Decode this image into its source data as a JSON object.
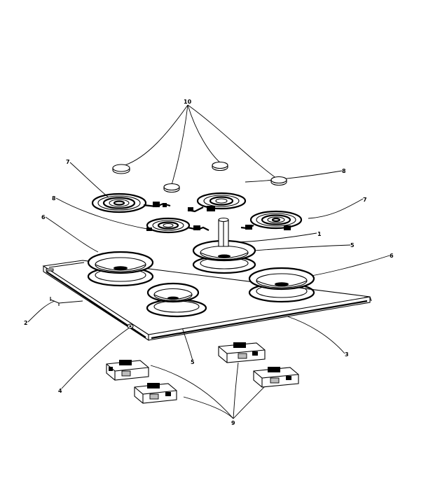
{
  "figure": {
    "callouts": [
      {
        "id": "c10",
        "text": "10"
      },
      {
        "id": "c7a",
        "text": "7"
      },
      {
        "id": "c8a",
        "text": "8"
      },
      {
        "id": "c7b",
        "text": "7"
      },
      {
        "id": "c8b",
        "text": "8"
      },
      {
        "id": "c1",
        "text": "1"
      },
      {
        "id": "c6a",
        "text": "6"
      },
      {
        "id": "c5a",
        "text": "5"
      },
      {
        "id": "c6b",
        "text": "6"
      },
      {
        "id": "c2",
        "text": "2"
      },
      {
        "id": "c5b",
        "text": "5"
      },
      {
        "id": "c3",
        "text": "3"
      },
      {
        "id": "c4",
        "text": "4"
      },
      {
        "id": "c9",
        "text": "9"
      }
    ]
  }
}
